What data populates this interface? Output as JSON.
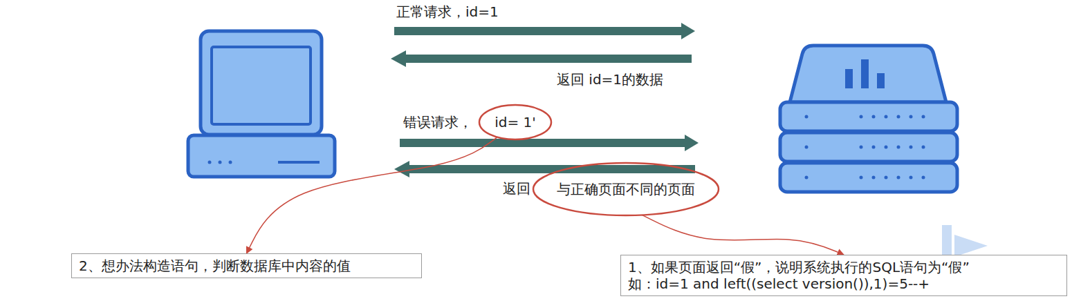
{
  "diagram": {
    "nodes": [
      {
        "text": [
          "id= 1'"
        ]
      },
      {
        "text": [
          "与正确页面不同的页面"
        ]
      },
      {
        "text": [
          "2、想办法构造语句，判断数据库中内容的值"
        ]
      },
      {
        "text": [
          "1、如果页面返回“假”，说明系统执行的SQL语句为“假”",
          "如：id=1 and left((select version()),1)=5--+"
        ]
      }
    ],
    "edges": [
      {
        "from": 0,
        "to": 2,
        "arrow": "to"
      },
      {
        "from": 1,
        "to": 3,
        "arrow": "to"
      }
    ],
    "labels": [
      "正常请求，id=1",
      "返回 id=1的数据",
      "错误请求，",
      "返回"
    ]
  }
}
